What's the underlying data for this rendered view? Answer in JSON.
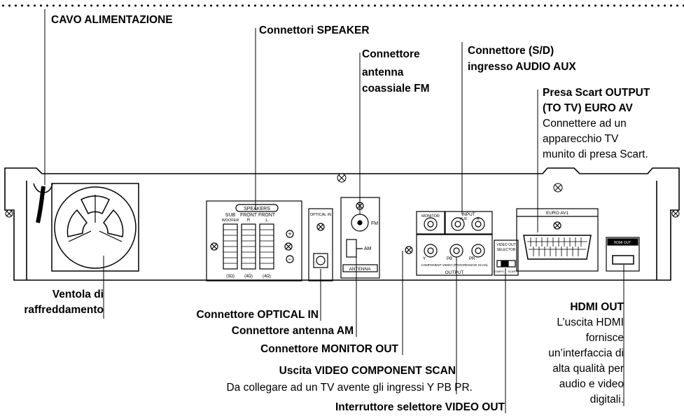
{
  "labels": {
    "cavo": "CAVO ALIMENTAZIONE",
    "speaker": "Connettori SPEAKER",
    "fm_1": "Connettore",
    "fm_2": "antenna",
    "fm_3": "coassiale FM",
    "aux_1": "Connettore (S/D)",
    "aux_2": "ingresso AUDIO AUX",
    "scart_1": "Presa Scart OUTPUT",
    "scart_2": "(TO TV) EURO AV",
    "scart_3": "Connettere ad un",
    "scart_4": "apparecchio TV",
    "scart_5": "munito di presa Scart.",
    "ventola_1": "Ventola di",
    "ventola_2": "raffreddamento",
    "optical": "Connettore OPTICAL IN",
    "am": "Connettore antenna AM",
    "monitor": "Connettore MONITOR OUT",
    "component_1": "Uscita VIDEO COMPONENT SCAN",
    "component_2": "Da collegare ad un TV avente gli ingressi Y PB PR.",
    "selector": "Interruttore selettore VIDEO OUT",
    "hdmi_1": "HDMI OUT",
    "hdmi_2": "L’uscita HDMI",
    "hdmi_3": "fornisce",
    "hdmi_4": "un’interfaccia di",
    "hdmi_5": "alta qualità per",
    "hdmi_6": "audio e video",
    "hdmi_7": "digitali."
  },
  "panel": {
    "speakers": "SPEAKERS",
    "sub": "SUB",
    "woofer": "WOOFER",
    "front": "FRONT",
    "r": "R",
    "l": "L",
    "ohm3": "(3Ω)",
    "ohm4": "(4Ω)",
    "optical_in": "OPTICAL IN",
    "fm": "FM",
    "am": "AM",
    "antenna": "ANTENNA",
    "monitor": "MONITOR",
    "input": "INPUT",
    "aux": "AUX",
    "aux_r": "R",
    "y": "Y",
    "pb": "PB",
    "pr": "PR",
    "component_text": "COMPONENT VIDEO (PROGRESSIVE SCAN)",
    "output": "OUTPUT",
    "video_out": "VIDEO OUT",
    "selector": "SELECTOR",
    "compo": "COMPO.",
    "scart": "SCART",
    "euro_av1": "EURO AV1",
    "hdmi_out": "HDMI OUT",
    "plus": "+",
    "minus": "−"
  }
}
